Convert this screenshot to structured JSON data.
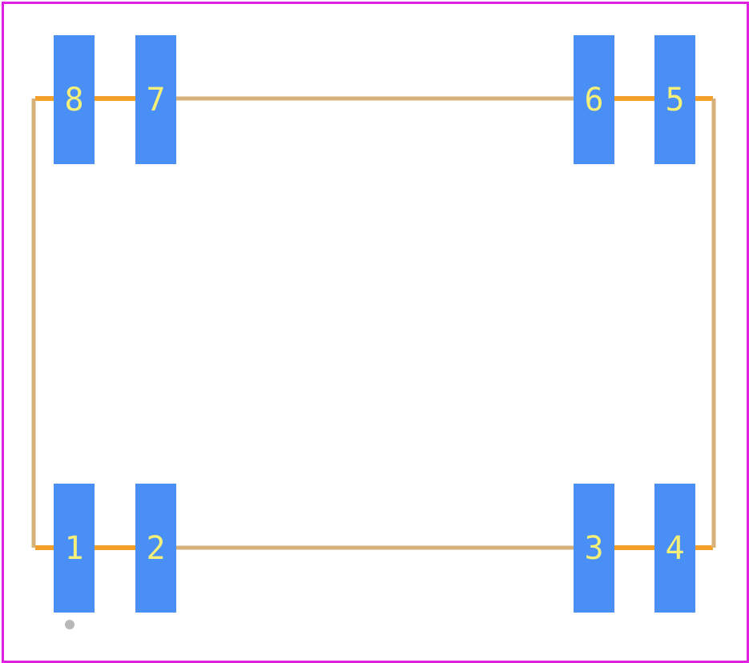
{
  "colors": {
    "background": "#ffffff",
    "boundary": "#e020e0",
    "pad": "#4a8ff5",
    "pad_label": "#f5f07a",
    "silkscreen": "#f5a02a",
    "body_outline": "#d8b07a",
    "origin_marker": "#b8b8b8"
  },
  "pads": [
    {
      "label": "8"
    },
    {
      "label": "7"
    },
    {
      "label": "6"
    },
    {
      "label": "5"
    },
    {
      "label": "1"
    },
    {
      "label": "2"
    },
    {
      "label": "3"
    },
    {
      "label": "4"
    }
  ]
}
